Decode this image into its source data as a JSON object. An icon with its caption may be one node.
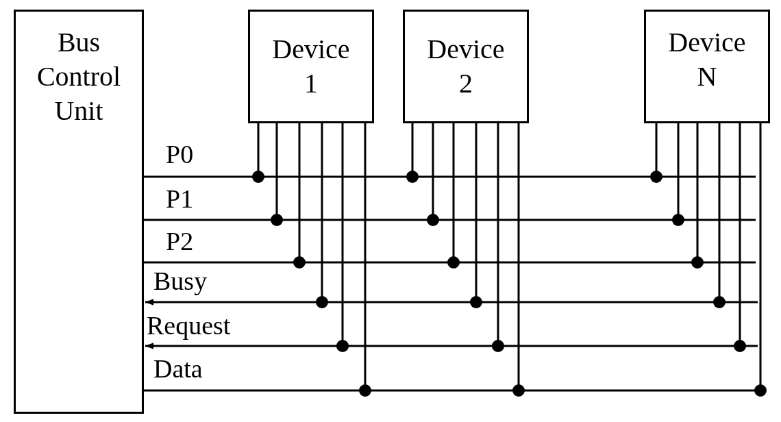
{
  "diagram": {
    "nodes": [
      {
        "text": [
          "Bus Control Unit"
        ]
      },
      {
        "text": [
          "Device 1"
        ]
      },
      {
        "text": [
          "Device 2"
        ]
      },
      {
        "text": [
          "Device N"
        ]
      }
    ],
    "edges": [
      {
        "from": 0,
        "to": null,
        "arrow": "none",
        "label": "P0"
      },
      {
        "from": 0,
        "to": null,
        "arrow": "none",
        "label": "P1"
      },
      {
        "from": 0,
        "to": null,
        "arrow": "none",
        "label": "P2"
      },
      {
        "from": null,
        "to": 0,
        "arrow": "to",
        "label": "Busy"
      },
      {
        "from": null,
        "to": 0,
        "arrow": "to",
        "label": "Request"
      },
      {
        "from": 0,
        "to": null,
        "arrow": "none",
        "label": "Data"
      },
      {
        "from": 1,
        "to": null,
        "arrow": "other"
      },
      {
        "from": 1,
        "to": null,
        "arrow": "other"
      },
      {
        "from": 1,
        "to": null,
        "arrow": "other"
      },
      {
        "from": 1,
        "to": null,
        "arrow": "other"
      },
      {
        "from": 1,
        "to": null,
        "arrow": "other"
      },
      {
        "from": 1,
        "to": null,
        "arrow": "other"
      },
      {
        "from": 2,
        "to": null,
        "arrow": "other"
      },
      {
        "from": 2,
        "to": null,
        "arrow": "other"
      },
      {
        "from": 2,
        "to": null,
        "arrow": "other"
      },
      {
        "from": 2,
        "to": null,
        "arrow": "other"
      },
      {
        "from": 2,
        "to": null,
        "arrow": "other"
      },
      {
        "from": 2,
        "to": null,
        "arrow": "other"
      },
      {
        "from": 3,
        "to": null,
        "arrow": "other"
      },
      {
        "from": 3,
        "to": null,
        "arrow": "other"
      },
      {
        "from": 3,
        "to": null,
        "arrow": "other"
      },
      {
        "from": 3,
        "to": null,
        "arrow": "other"
      },
      {
        "from": 3,
        "to": null,
        "arrow": "other"
      },
      {
        "from": 3,
        "to": null,
        "arrow": "other"
      }
    ]
  }
}
